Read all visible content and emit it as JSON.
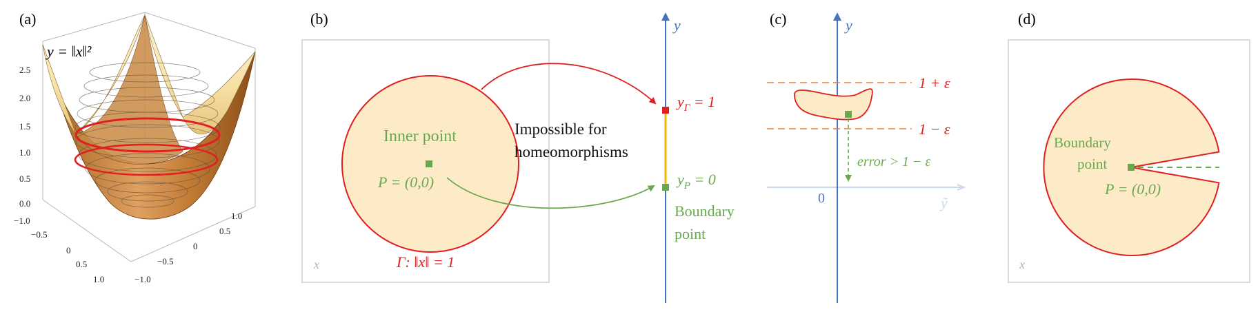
{
  "colors": {
    "red": "#e02020",
    "green": "#6aa84f",
    "blue": "#4472c4",
    "orange": "#ed7d31",
    "fill": "#fdebc8",
    "gold": "#f2b600",
    "gray": "#a6a6a6",
    "lightblue": "#c9d7ef"
  },
  "panel_a": {
    "label": "(a)",
    "formula": "y = ‖x‖²",
    "z_ticks": [
      "2.5",
      "2.0",
      "1.5",
      "1.0",
      "0.5",
      "0.0"
    ],
    "x_ticks": [
      "−1.0",
      "−0.5",
      "0",
      "0.5",
      "1.0"
    ],
    "y_ticks": [
      "1.0",
      "0.5",
      "0",
      "−0.5",
      "−1.0"
    ]
  },
  "panel_b": {
    "label": "(b)",
    "space_label": "x",
    "inner_point": "Inner point",
    "p_label": "P = (0,0)",
    "gamma_label": "Γ: ‖x‖ = 1",
    "impossible_line1": "Impossible for",
    "impossible_line2": "homeomorphisms",
    "axis_label": "y",
    "y_gamma": "y",
    "y_gamma_sub": "Γ",
    "y_gamma_val": " = 1",
    "y_p": "y",
    "y_p_sub": "P",
    "y_p_val": " = 0",
    "boundary_line1": "Boundary",
    "boundary_line2": "point"
  },
  "panel_c": {
    "label": "(c)",
    "axis_label": "y",
    "upper": "1 + ε",
    "lower": "1 − ε",
    "error": "error > 1 − ε",
    "zero": "0",
    "tilde_y": "ỹ"
  },
  "panel_d": {
    "label": "(d)",
    "space_label": "x",
    "boundary_line1": "Boundary",
    "boundary_line2": "point",
    "p_label": "P = (0,0)"
  }
}
